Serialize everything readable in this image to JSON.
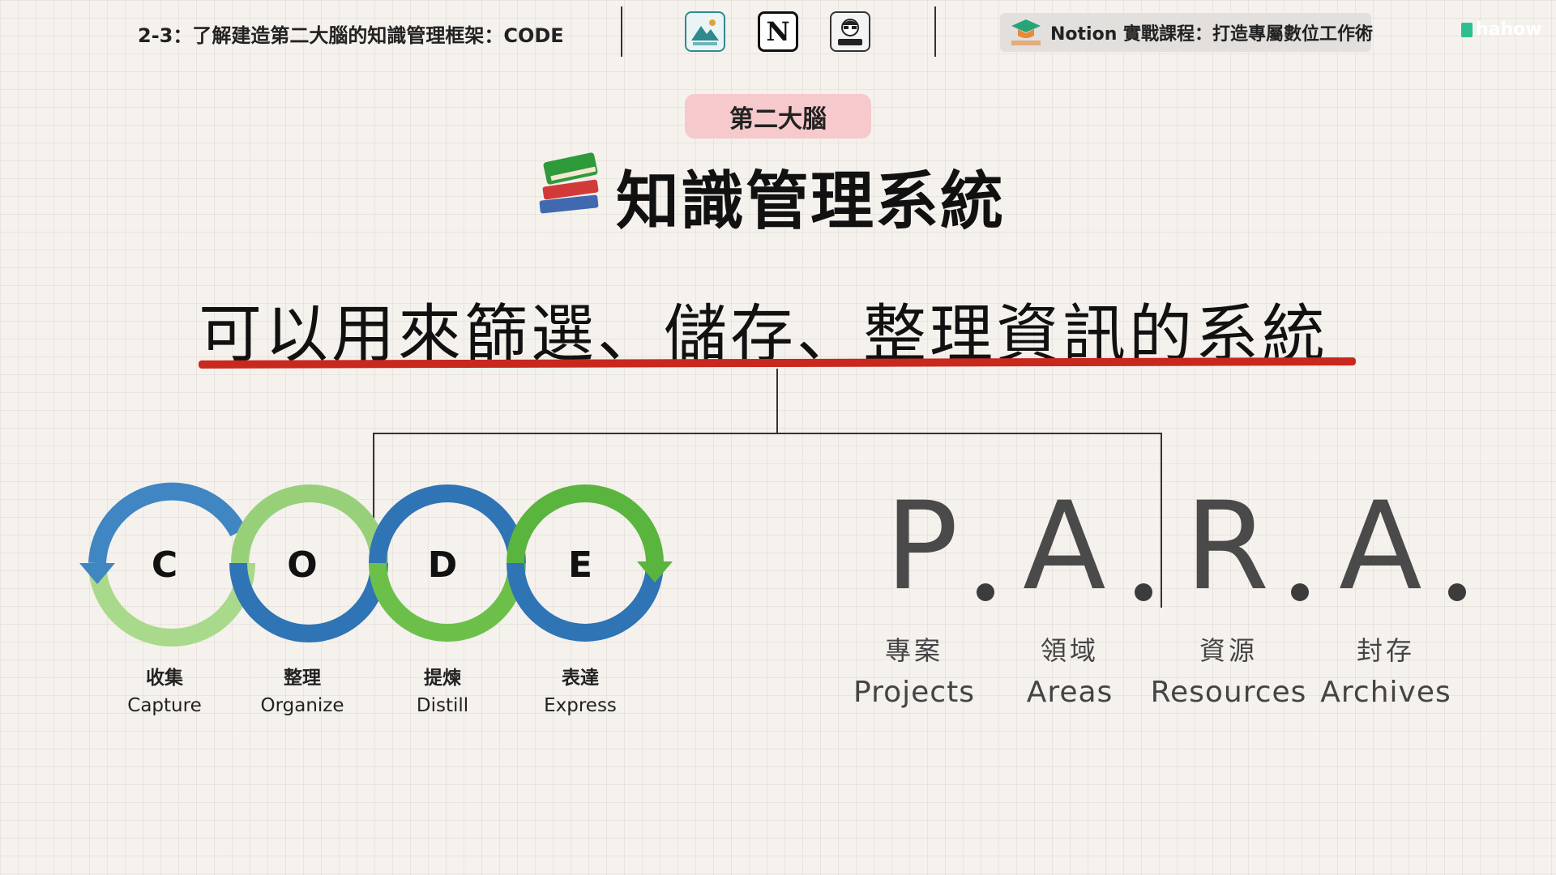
{
  "header": {
    "lesson_title": "2-3：了解建造第二大腦的知識管理框架：CODE",
    "logos": [
      "mountain-logo",
      "notion-logo",
      "person-logo"
    ],
    "notion_letter": "N",
    "course_title": "Notion 實戰課程：打造專屬數位工作術",
    "brand": "hahow"
  },
  "slide": {
    "badge": "第二大腦",
    "title": "知識管理系統",
    "subtitle": "可以用來篩選、儲存、整理資訊的系統"
  },
  "code": {
    "steps": [
      {
        "letter": "C",
        "zh": "收集",
        "en": "Capture",
        "color": "#3c86c2"
      },
      {
        "letter": "O",
        "zh": "整理",
        "en": "Organize",
        "color": "#8fcf6a"
      },
      {
        "letter": "D",
        "zh": "提煉",
        "en": "Distill",
        "color": "#2f73b2"
      },
      {
        "letter": "E",
        "zh": "表達",
        "en": "Express",
        "color": "#5ab53e"
      }
    ]
  },
  "para": {
    "items": [
      {
        "letter": "P",
        "zh": "專案",
        "en": "Projects"
      },
      {
        "letter": "A",
        "zh": "領域",
        "en": "Areas"
      },
      {
        "letter": "R",
        "zh": "資源",
        "en": "Resources"
      },
      {
        "letter": "A",
        "zh": "封存",
        "en": "Archives"
      }
    ]
  },
  "colors": {
    "accent_red": "#c8281e",
    "badge_pink": "#f6c9cc",
    "blue": "#3c86c2",
    "green": "#6cc04a"
  }
}
